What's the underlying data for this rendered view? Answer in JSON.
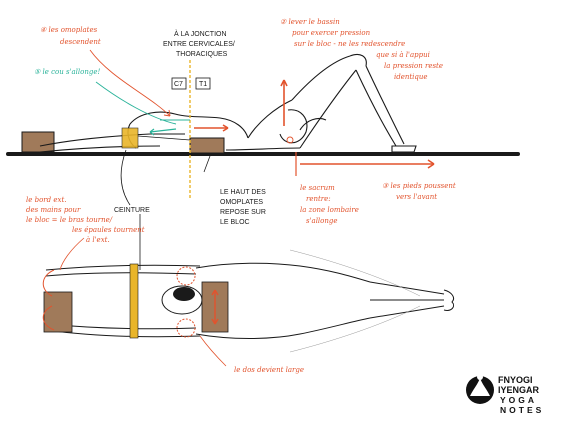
{
  "notes": {
    "n4_line1": "④ les omoplates",
    "n4_line2": "descendent",
    "n_cou": "⑤ le cou s'allonge!",
    "n2_line1": "② lever le bassin",
    "n2_line2": "pour exercer pression",
    "n2_line3": "sur le bloc - ne les redescendre",
    "n2_line4": "que si à l'appui",
    "n2_line5": "la pression reste",
    "n2_line6": "identique",
    "n_sacrum_1": "le sacrum",
    "n_sacrum_2": "rentre:",
    "n_sacrum_3": "la zone lombaire",
    "n_sacrum_4": "s'allonge",
    "n3_line1": "③ les pieds poussent",
    "n3_line2": "vers l'avant",
    "n_bord_1": "le bord ext.",
    "n_bord_2": "des mains pour",
    "n_bord_3": "le bloc = le bras tourne/",
    "n_bord_4": "les épaules tournent",
    "n_bord_5": "à l'ext.",
    "n_dos": "le dos devient large"
  },
  "labels": {
    "junction_1": "À LA JONCTION",
    "junction_2": "ENTRE CERVICALES/",
    "junction_3": "THORACIQUES",
    "c7": "C7",
    "t1": "T1",
    "haut_1": "LE HAUT DES",
    "haut_2": "OMOPLATES",
    "haut_3": "REPOSE SUR",
    "haut_4": "LE BLOC",
    "ceinture": "CEINTURE"
  },
  "logo": {
    "line1": "FNYOGI",
    "line2": "IYENGAR",
    "line3": "YOGA",
    "line4": "NOTES"
  },
  "colors": {
    "orange": "#e2532d",
    "teal": "#2bb39a",
    "block": "#a07a5a",
    "belt": "#e9b52a",
    "ink": "#1a1a1a"
  }
}
